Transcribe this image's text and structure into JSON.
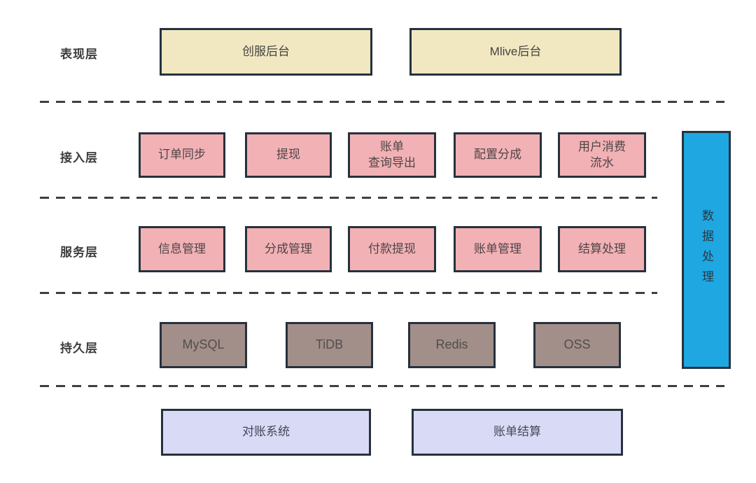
{
  "colors": {
    "background": "#ffffff",
    "border": "#27313d",
    "dash": "#3f3f3f",
    "label_text": "#3d3d3d",
    "presentation_fill": "#f1e8c2",
    "presentation_text": "#45443f",
    "module_fill": "#f2b1b5",
    "module_text": "#4e4547",
    "persistence_fill": "#a28f89",
    "persistence_text": "#524d4c",
    "bottom_fill": "#d9daf5",
    "bottom_text": "#46465a",
    "pipeline_fill": "#1ea7e0",
    "pipeline_text": "#2c3844"
  },
  "diagram": {
    "layers": [
      {
        "id": "presentation",
        "label": "表现层",
        "boxes": [
          {
            "label": "创服后台"
          },
          {
            "label": "Mlive后台"
          }
        ]
      },
      {
        "id": "access",
        "label": "接入层",
        "boxes": [
          {
            "label": "订单同步"
          },
          {
            "label": "提现"
          },
          {
            "label": "账单\n查询导出"
          },
          {
            "label": "配置分成"
          },
          {
            "label": "用户消费\n流水"
          }
        ]
      },
      {
        "id": "service",
        "label": "服务层",
        "boxes": [
          {
            "label": "信息管理"
          },
          {
            "label": "分成管理"
          },
          {
            "label": "付款提现"
          },
          {
            "label": "账单管理"
          },
          {
            "label": "结算处理"
          }
        ]
      },
      {
        "id": "persistence",
        "label": "持久层",
        "boxes": [
          {
            "label": "MySQL"
          },
          {
            "label": "TiDB"
          },
          {
            "label": "Redis"
          },
          {
            "label": "OSS"
          }
        ]
      },
      {
        "id": "bottom",
        "boxes": [
          {
            "label": "对账系统"
          },
          {
            "label": "账单结算"
          }
        ]
      }
    ],
    "pipeline": {
      "label": "数据处理"
    }
  }
}
